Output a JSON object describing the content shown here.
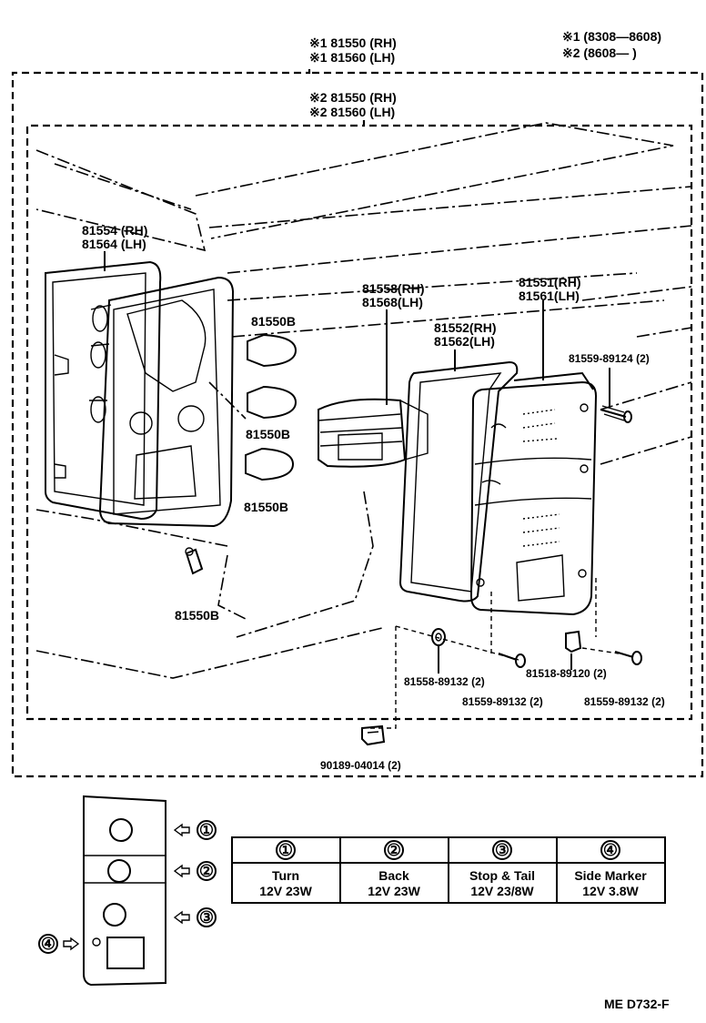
{
  "header": {
    "asm1_rh": "※1 81550 (RH)",
    "asm1_lh": "※1 81560 (LH)",
    "asm2_rh": "※2 81550 (RH)",
    "asm2_lh": "※2 81560 (LH)",
    "note1": "※1 (8308—8608)",
    "note2": "※2 (8608—      )"
  },
  "parts": {
    "lens_left_rh": "81554 (RH)",
    "lens_left_lh": "81564 (LH)",
    "bulb_1": "81550B",
    "bulb_2": "81550B",
    "bulb_3": "81550B",
    "bulb_side": "81550B",
    "lamp_small_rh": "81558(RH)",
    "lamp_small_lh": "81568(LH)",
    "gasket_rh": "81552(RH)",
    "gasket_lh": "81562(LH)",
    "lens_right_rh": "81551(RH)",
    "lens_right_lh": "81561(LH)",
    "screw_top": "81559-89124 (2)",
    "washer": "81558-89132 (2)",
    "screw_mid": "81559-89132 (2)",
    "clip": "81518-89120 (2)",
    "screw_right": "81559-89132 (2)",
    "nut": "90189-04014 (2)"
  },
  "bulb_table": {
    "columns": [
      {
        "num": "①",
        "name": "Turn",
        "spec": "12V 23W"
      },
      {
        "num": "②",
        "name": "Back",
        "spec": "12V 23W"
      },
      {
        "num": "③",
        "name": "Stop & Tail",
        "spec": "12V 23/8W"
      },
      {
        "num": "④",
        "name": "Side Marker",
        "spec": "12V 3.8W"
      }
    ]
  },
  "socket_labels": [
    "①",
    "②",
    "③",
    "④"
  ],
  "footer": {
    "code": "ME  D732-F"
  }
}
